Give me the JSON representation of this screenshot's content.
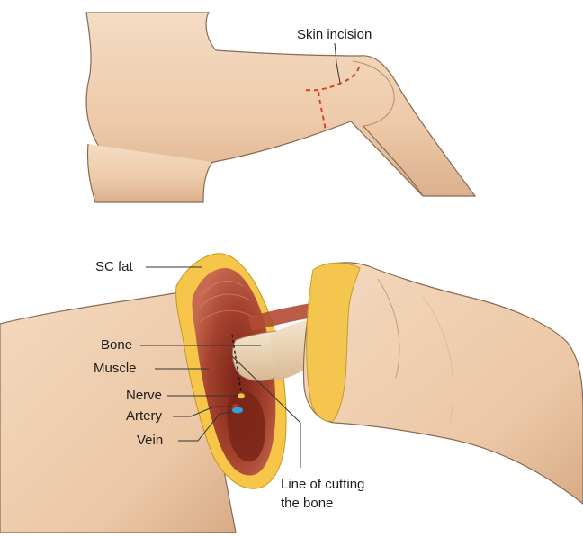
{
  "labels": {
    "skin_incision": "Skin incision",
    "sc_fat": "SC fat",
    "bone": "Bone",
    "muscle": "Muscle",
    "nerve": "Nerve",
    "artery": "Artery",
    "vein": "Vein",
    "line_of_cutting_1": "Line of cutting",
    "line_of_cutting_2": "the bone"
  },
  "colors": {
    "skin": "#f0d2b6",
    "skin_shadow": "#d9b08e",
    "fat": "#f5c64a",
    "muscle": "#9e3b2c",
    "bone": "#ead3b4",
    "incision": "#d2452b",
    "nerve": "#f2c24e",
    "artery": "#c0302a",
    "vein": "#2aa6d8"
  }
}
